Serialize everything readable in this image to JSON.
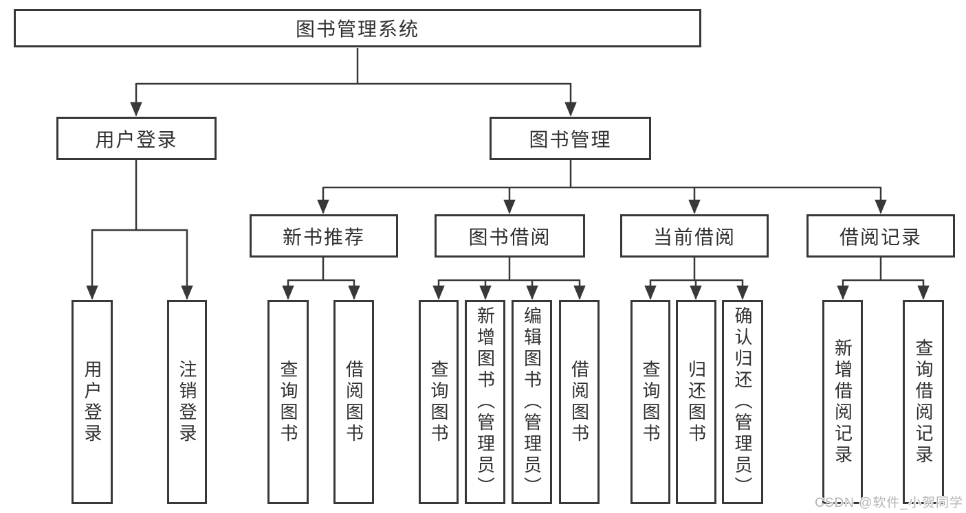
{
  "diagram": {
    "title": "图书管理系统",
    "type": "hierarchy-tree",
    "colors": {
      "line": "#383838",
      "box_border": "#383838",
      "text": "#2f2f2f",
      "background": "#ffffff",
      "watermark": "#b4b4b8"
    },
    "watermark": "CSDN @软件_小贺同学",
    "tree": {
      "label": "图书管理系统",
      "children": [
        {
          "label": "用户登录",
          "children": [
            {
              "label": "用户登录"
            },
            {
              "label": "注销登录"
            }
          ]
        },
        {
          "label": "图书管理",
          "children": [
            {
              "label": "新书推荐",
              "children": [
                {
                  "label": "查询图书"
                },
                {
                  "label": "借阅图书"
                }
              ]
            },
            {
              "label": "图书借阅",
              "children": [
                {
                  "label": "查询图书"
                },
                {
                  "label": "新增图书（管理员）"
                },
                {
                  "label": "编辑图书（管理员）"
                },
                {
                  "label": "借阅图书"
                }
              ]
            },
            {
              "label": "当前借阅",
              "children": [
                {
                  "label": "查询图书"
                },
                {
                  "label": "归还图书"
                },
                {
                  "label": "确认归还（管理员）"
                }
              ]
            },
            {
              "label": "借阅记录",
              "children": [
                {
                  "label": "新增借阅记录"
                },
                {
                  "label": "查询借阅记录"
                }
              ]
            }
          ]
        }
      ]
    }
  }
}
